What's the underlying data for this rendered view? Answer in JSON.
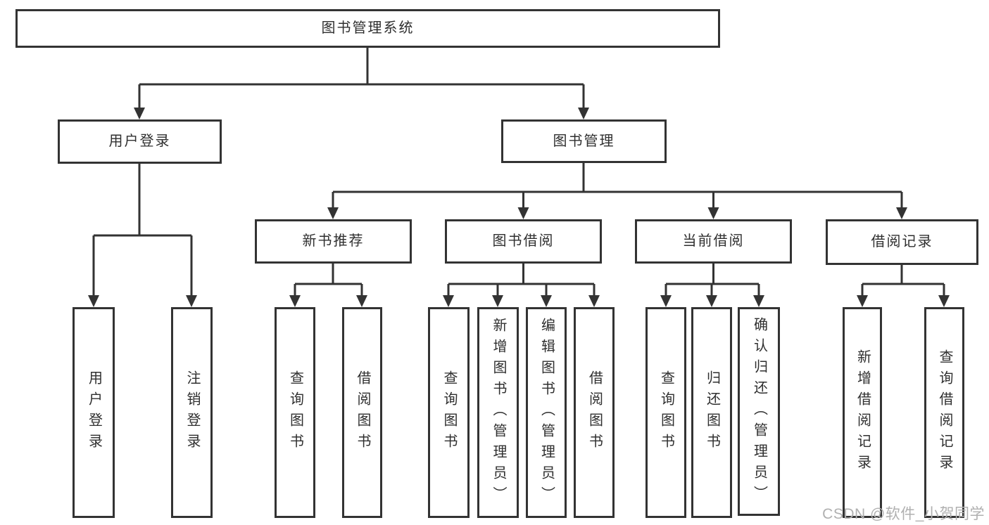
{
  "tree": {
    "root": {
      "label": "图书管理系统"
    },
    "branches": [
      {
        "label": "用户登录",
        "children": [
          {
            "label": "用户登录"
          },
          {
            "label": "注销登录"
          }
        ]
      },
      {
        "label": "图书管理",
        "children": [
          {
            "label": "新书推荐",
            "children": [
              {
                "label": "查询图书"
              },
              {
                "label": "借阅图书"
              }
            ]
          },
          {
            "label": "图书借阅",
            "children": [
              {
                "label": "查询图书"
              },
              {
                "label": "新增图书（管理员）"
              },
              {
                "label": "编辑图书（管理员）"
              },
              {
                "label": "借阅图书"
              }
            ]
          },
          {
            "label": "当前借阅",
            "children": [
              {
                "label": "查询图书"
              },
              {
                "label": "归还图书"
              },
              {
                "label": "确认归还（管理员）"
              }
            ]
          },
          {
            "label": "借阅记录",
            "children": [
              {
                "label": "新增借阅记录"
              },
              {
                "label": "查询借阅记录"
              }
            ]
          }
        ]
      }
    ]
  },
  "watermark": {
    "text": "CSDN @软件_小贺同学"
  },
  "colors": {
    "line": "#333333",
    "text": "#2f2f2f",
    "node_bg": "#ffffff",
    "background": "#ffffff",
    "watermark": "#b0b0b0"
  }
}
